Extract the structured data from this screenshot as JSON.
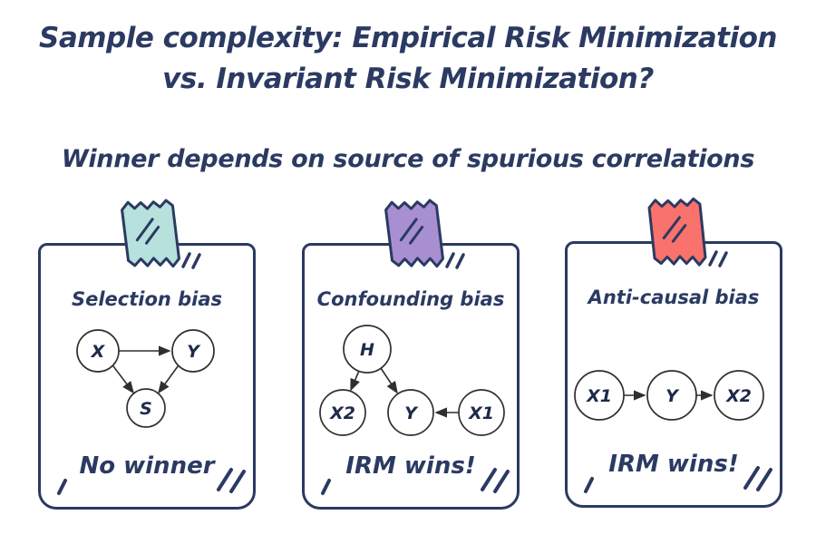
{
  "page": {
    "background": "#ffffff",
    "ink_color": "#2b3a62",
    "node_stroke_color": "#2f2f2f"
  },
  "title": {
    "line1": "Sample complexity: Empirical Risk Minimization",
    "line2": "vs. Invariant Risk Minimization?"
  },
  "subtitle": "Winner depends on source of spurious correlations",
  "cards": [
    {
      "label": "Selection bias",
      "verdict": "No winner",
      "tape": {
        "icon": "washi-tape-icon",
        "color": "#b7e1dc"
      },
      "graph": {
        "type": "causal-dag",
        "nodes": [
          {
            "label": "X"
          },
          {
            "label": "Y"
          },
          {
            "label": "S"
          }
        ],
        "edges": [
          {
            "from": "X",
            "to": "Y"
          },
          {
            "from": "X",
            "to": "S"
          },
          {
            "from": "Y",
            "to": "S"
          }
        ]
      }
    },
    {
      "label": "Confounding bias",
      "verdict": "IRM wins!",
      "tape": {
        "icon": "washi-tape-icon",
        "color": "#a88fd2"
      },
      "graph": {
        "type": "causal-dag",
        "nodes": [
          {
            "label": "H"
          },
          {
            "label": "X2"
          },
          {
            "label": "Y"
          },
          {
            "label": "X1"
          }
        ],
        "edges": [
          {
            "from": "H",
            "to": "X2"
          },
          {
            "from": "H",
            "to": "Y"
          },
          {
            "from": "X1",
            "to": "Y"
          }
        ]
      }
    },
    {
      "label": "Anti-causal bias",
      "verdict": "IRM wins!",
      "tape": {
        "icon": "washi-tape-icon",
        "color": "#f9726b"
      },
      "graph": {
        "type": "causal-dag",
        "nodes": [
          {
            "label": "X1"
          },
          {
            "label": "Y"
          },
          {
            "label": "X2"
          }
        ],
        "edges": [
          {
            "from": "X1",
            "to": "Y"
          },
          {
            "from": "Y",
            "to": "X2"
          }
        ]
      }
    }
  ]
}
